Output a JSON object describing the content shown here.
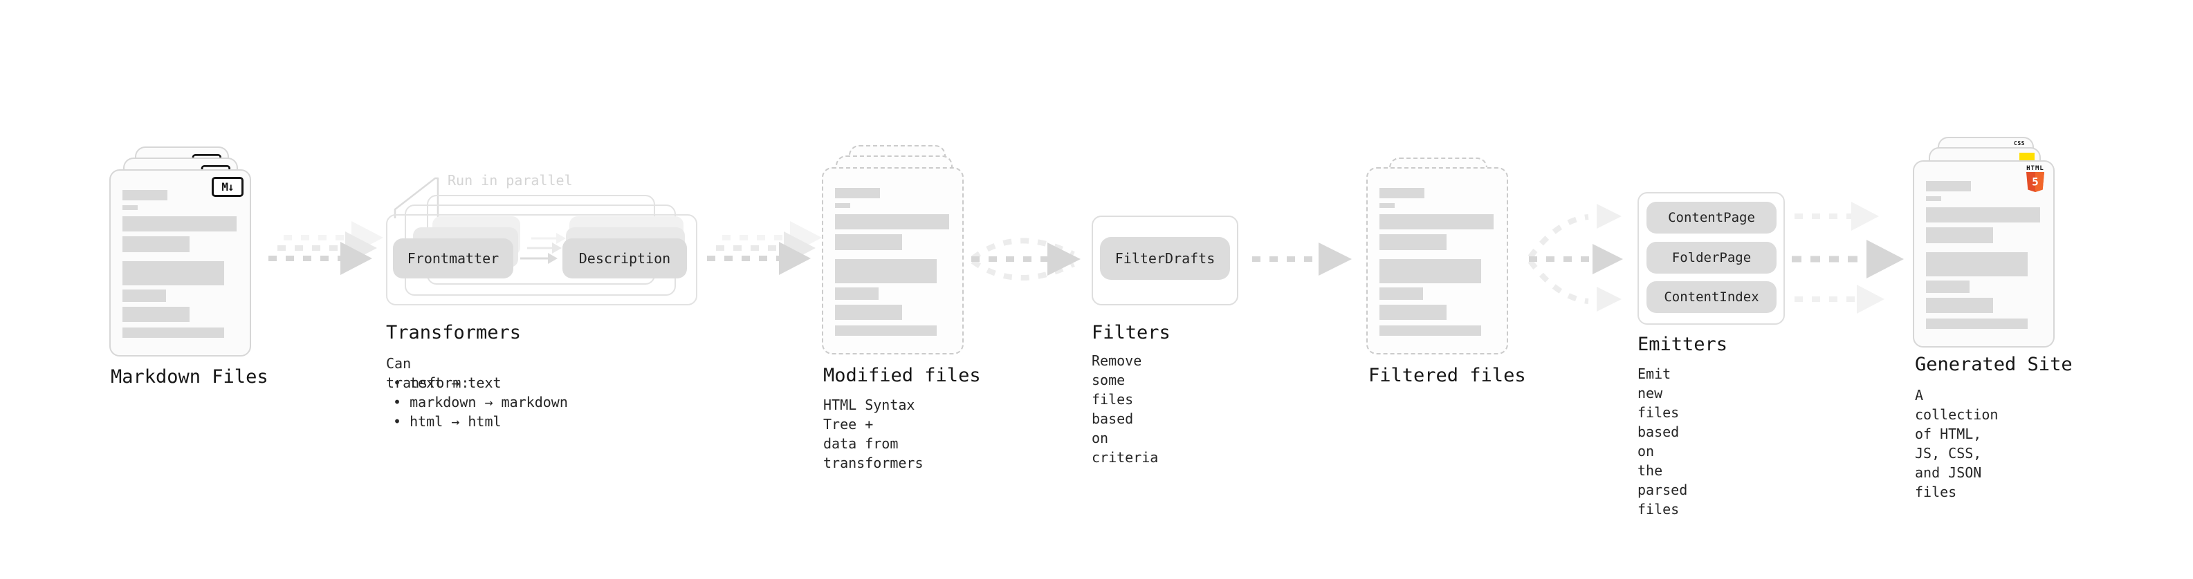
{
  "stations": {
    "markdown_files": {
      "title": "Markdown Files",
      "badge": "M↓"
    },
    "transformers": {
      "title": "Transformers",
      "note": "Run in parallel",
      "pills": [
        "Frontmatter",
        "Description"
      ],
      "desc_heading": "Can transform:",
      "bullets": [
        "• text → text",
        "• markdown → markdown",
        "• html → html"
      ]
    },
    "modified_files": {
      "title": "Modified files",
      "desc": "HTML Syntax Tree +\ndata from transformers"
    },
    "filters": {
      "title": "Filters",
      "pill": "FilterDrafts",
      "desc": "Remove some files based\non criteria"
    },
    "filtered_files": {
      "title": "Filtered files"
    },
    "emitters": {
      "title": "Emitters",
      "pills": [
        "ContentPage",
        "FolderPage",
        "ContentIndex"
      ],
      "desc": "Emit new files based on\nthe parsed files"
    },
    "generated_site": {
      "title": "Generated Site",
      "desc": "A collection of HTML,\nJS, CSS, and JSON files",
      "css_badge": "CSS",
      "html_logo_label": "HTML",
      "html_logo_number": "5"
    }
  },
  "colors": {
    "bar_gray": "#d9d9d9",
    "card_border": "#d7d7d7",
    "dashed_border": "#cbcbcb",
    "pill_fill": "#dcdcdc",
    "arrow_gray": "#d6d6d6",
    "arrow_ghost": "#ececec",
    "note_gray": "#d4d4d4",
    "html5_orange": "#e44d26",
    "html5_orange_light": "#f16529",
    "js_yellow": "#ffdf00",
    "css_blue": "#2563eb"
  }
}
